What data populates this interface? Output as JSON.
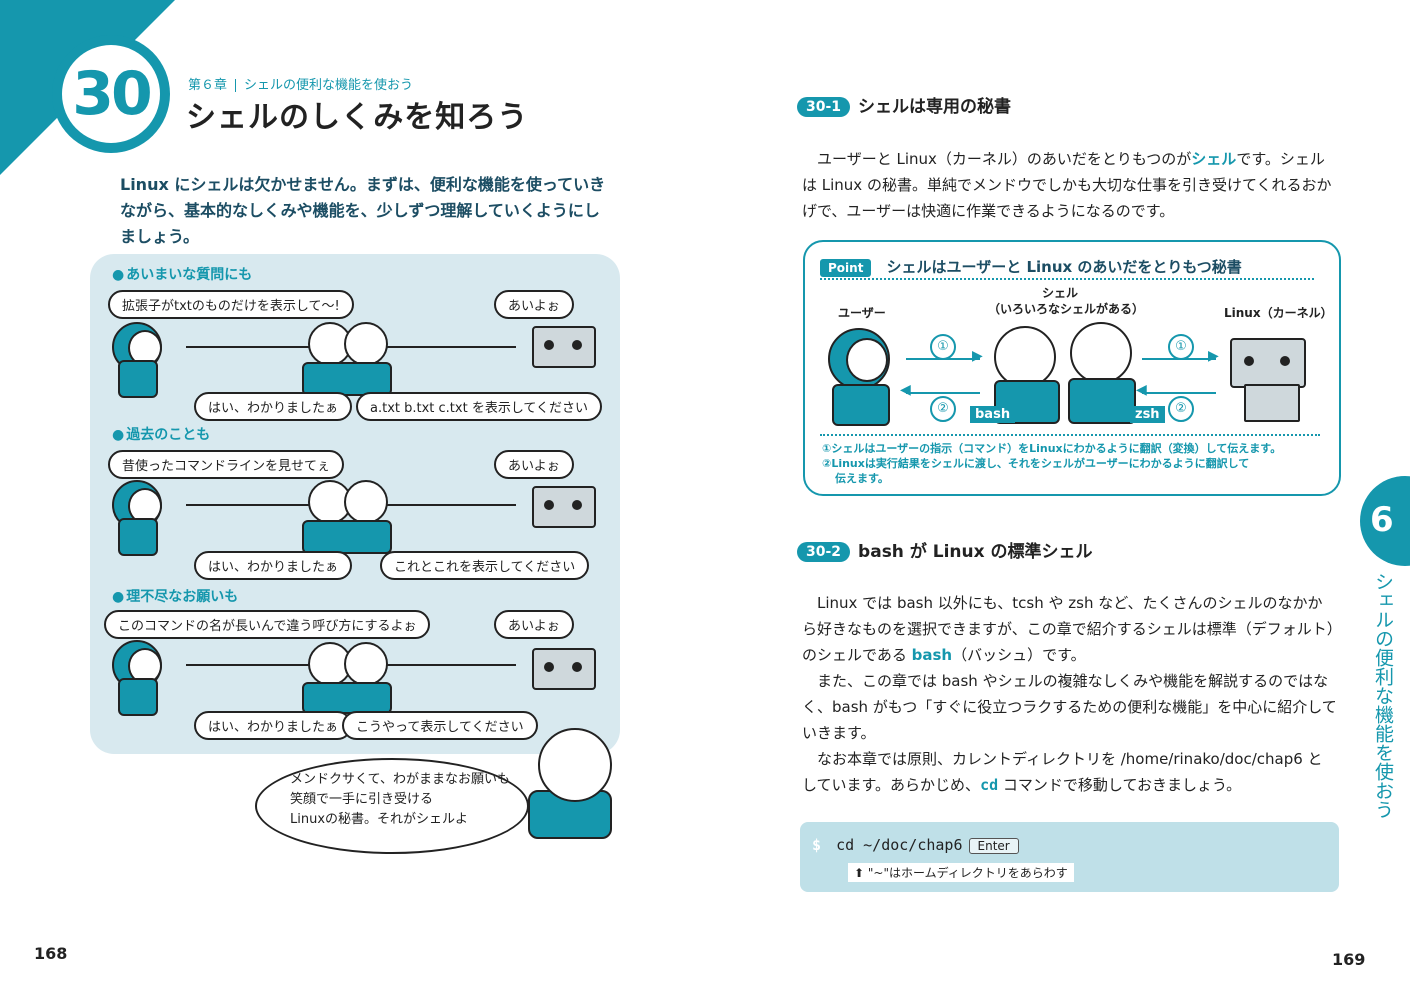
{
  "left": {
    "chapter_number": "30",
    "chapter_label": "第６章",
    "chapter_subtitle": "シェルの便利な機能を使おう",
    "title": "シェルのしくみを知ろう",
    "intro": "Linux にシェルは欠かせません。まずは、便利な機能を使っていきながら、基本的なしくみや機能を、少しずつ理解していくようにしましょう。",
    "scenes": [
      {
        "label": "あいまいな質問にも",
        "user_says": "拡張子がtxtのものだけを表示して〜!",
        "robot_says": "あいよぉ",
        "shell_reply": "はい、わかりましたぁ",
        "shell_to_robot": "a.txt b.txt c.txt を表示してください"
      },
      {
        "label": "過去のことも",
        "user_says": "昔使ったコマンドラインを見せてぇ",
        "robot_says": "あいよぉ",
        "shell_reply": "はい、わかりましたぁ",
        "shell_to_robot": "これとこれを表示してください"
      },
      {
        "label": "理不尽なお願いも",
        "user_says": "このコマンドの名が長いんで違う呼び方にするよぉ",
        "robot_says": "あいよぉ",
        "shell_reply": "はい、わかりましたぁ",
        "shell_to_robot": "こうやって表示してください"
      }
    ],
    "cloud_lines": [
      "メンドクサくて、わがままなお願いも",
      "笑顔で一手に引き受ける",
      "Linuxの秘書。それがシェルよ"
    ],
    "page_number": "168"
  },
  "right": {
    "sec1_num": "30-1",
    "sec1_title": "シェルは専用の秘書",
    "para1": [
      {
        "t": "ユーザーと Linux（カーネル）のあいだをとりもつのが"
      },
      {
        "t": "シェル",
        "bold": true
      },
      {
        "t": "です。シェルは Linux の秘書。単純でメンドウでしかも大切な仕事を引き受けてくれるおかげで、ユーザーは快適に作業できるようになるのです。"
      }
    ],
    "point": {
      "tag": "Point",
      "title": "シェルはユーザーと Linux のあいだをとりもつ秘書",
      "user_label": "ユーザー",
      "shell_label_1": "シェル",
      "shell_label_2": "（いろいろなシェルがある）",
      "linux_label": "Linux（カーネル）",
      "step1": "①",
      "step2": "②",
      "bash_tag": "bash",
      "zsh_tag": "zsh",
      "note1": "①シェルはユーザーの指示（コマンド）をLinuxにわかるように翻訳（変換）して伝えます。",
      "note2a": "②Linuxは実行結果をシェルに渡し、それをシェルがユーザーにわかるように翻訳して",
      "note2b": "伝えます。"
    },
    "sec2_num": "30-2",
    "sec2_title": "bash が Linux の標準シェル",
    "para2": [
      {
        "t": "Linux では bash 以外にも、tcsh や zsh など、たくさんのシェルのなかから好きなものを選択できますが、この章で紹介するシェルは標準（デフォルト）のシェルである "
      },
      {
        "t": "bash",
        "bold": true
      },
      {
        "t": "（バッシュ）です。"
      }
    ],
    "para3": "また、この章では bash やシェルの複雑なしくみや機能を解説するのではなく、bash がもつ「すぐに役立つラクするための便利な機能」を中心に紹介していきます。",
    "para4": [
      {
        "t": "なお本章では原則、カレントディレクトリを /home/rinako/doc/chap6 としています。あらかじめ、"
      },
      {
        "t": "cd",
        "code": true
      },
      {
        "t": " コマンドで移動しておきましょう。"
      }
    ],
    "cmd": {
      "prompt": "$",
      "command": "cd ~/doc/chap6",
      "key": "Enter",
      "hint": "\"~\"はホームディレクトリをあらわす"
    },
    "side_tab_number": "6",
    "side_tab_text": "シェルの便利な機能を使おう",
    "page_number": "169"
  },
  "colors": {
    "accent": "#1597ad",
    "panel": "#d8e9ef",
    "cmd_bg": "#bfe0e8"
  }
}
